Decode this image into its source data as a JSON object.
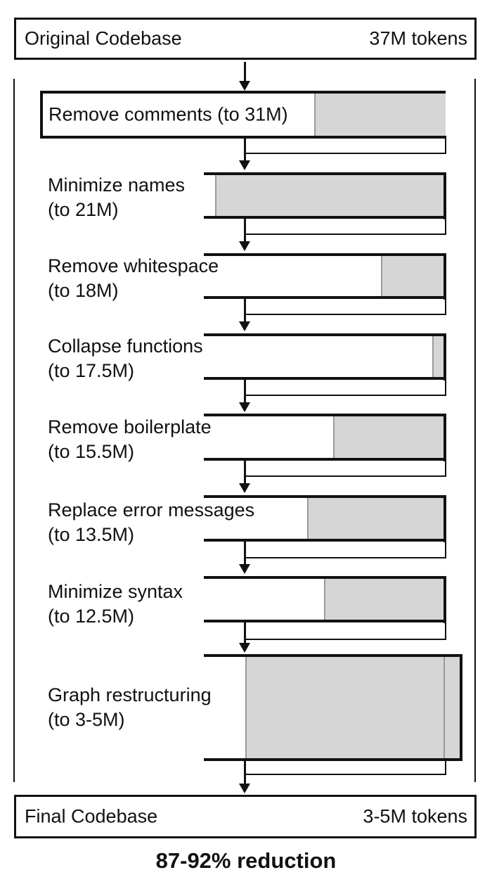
{
  "top": {
    "label": "Original Codebase",
    "tokens": "37M tokens"
  },
  "bottom": {
    "label": "Final Codebase",
    "tokens": "3-5M tokens"
  },
  "steps": [
    {
      "line1": "Remove comments (to 31M)",
      "line2": ""
    },
    {
      "line1": "Minimize names",
      "line2": "(to 21M)"
    },
    {
      "line1": "Remove whitespace",
      "line2": "(to 18M)"
    },
    {
      "line1": "Collapse functions",
      "line2": "(to 17.5M)"
    },
    {
      "line1": "Remove boilerplate",
      "line2": "(to 15.5M)"
    },
    {
      "line1": "Replace error messages",
      "line2": "(to 13.5M)"
    },
    {
      "line1": "Minimize syntax",
      "line2": "(to 12.5M)"
    },
    {
      "line1": "Graph restructuring",
      "line2": "(to 3-5M)"
    }
  ],
  "summary": "87-92% reduction"
}
